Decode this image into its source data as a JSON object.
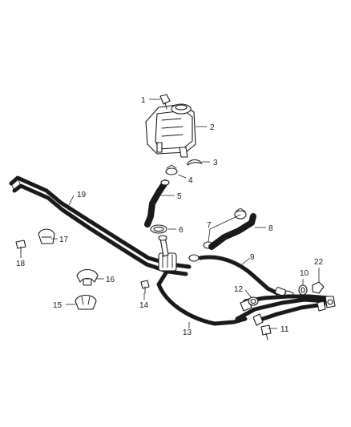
{
  "diagram": {
    "callouts": [
      "1",
      "2",
      "3",
      "4",
      "5",
      "6",
      "7",
      "8",
      "9",
      "10",
      "11",
      "12",
      "13",
      "14",
      "15",
      "16",
      "17",
      "18",
      "19",
      "22"
    ]
  }
}
